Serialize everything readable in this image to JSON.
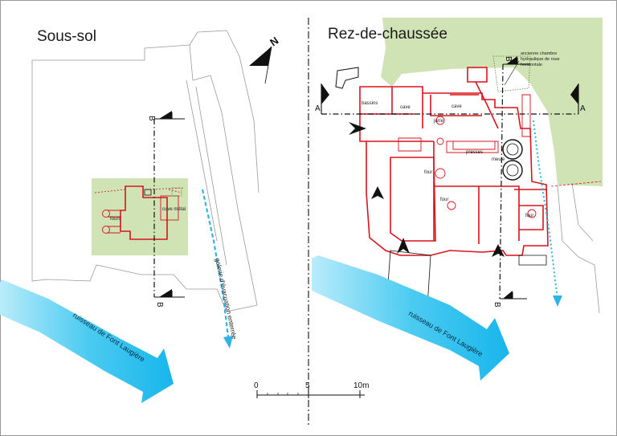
{
  "panels": {
    "basement": {
      "title": "Sous-sol",
      "labels": {
        "fours": "fours",
        "cuve_metal": "cuve métal"
      },
      "gallery_label": "galerie d'évacuation enterrée"
    },
    "ground": {
      "title": "Rez-de-chaussée",
      "labels": {
        "bassins": "bassins",
        "cave_1": "cave",
        "cave_2": "cave",
        "jarre": "jarre",
        "presses": "presses",
        "meule": "meule",
        "four_1": "four",
        "four_2": "four",
        "four_3": "four"
      },
      "note_line_1": "ancienne chambre",
      "note_line_2": "hydraulique de roue",
      "note_line_3": "horizontale"
    }
  },
  "sections": {
    "a": "A",
    "b": "B"
  },
  "stream_label": "ruisseau de Font Laugière",
  "scale": {
    "tick_0": "0",
    "tick_5": "5",
    "tick_10": "10m"
  },
  "north": "N",
  "colors": {
    "walls": "#d8141c",
    "terrain": "#cfe3b4",
    "stream": "#3fc3ee",
    "drain": "#2fb4e6",
    "context_lines": "#9a9a9a"
  }
}
